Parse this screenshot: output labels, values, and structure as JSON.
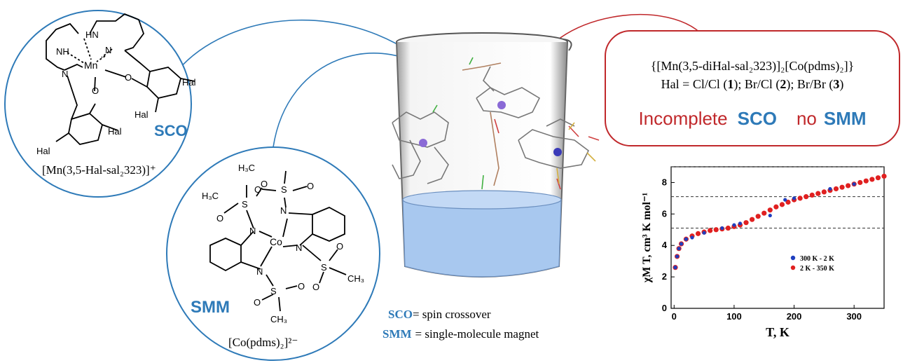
{
  "colors": {
    "accent_blue": "#2e7ab8",
    "accent_red": "#c0282b",
    "liquid": "#a8c8ef",
    "series1": "#1f3fbf",
    "series2": "#e02020"
  },
  "mn_panel": {
    "tag": "SCO",
    "formula": "[Mn(3,5-Hal-sal₂323)]⁺",
    "labels": {
      "hn": "HN",
      "nh": "NH",
      "mn": "Mn",
      "n": "N",
      "o": "O",
      "hal": "Hal"
    }
  },
  "co_panel": {
    "tag": "SMM",
    "formula": "[Co(pdms)₂]²⁻",
    "labels": {
      "co": "Co",
      "n": "N",
      "s": "S",
      "o": "O",
      "h3c": "H₃C",
      "ch3": "CH₃"
    }
  },
  "beaker": {
    "sco_abbr": "SCO",
    "sco_def": "= spin crossover",
    "smm_abbr": "SMM",
    "smm_def": "= single-molecule magnet"
  },
  "result_box": {
    "formula_line": "{[Mn(3,5-diHal-sal₂323)]₂[Co(pdms)₂]}",
    "hal_prefix": "Hal = Cl/Cl (",
    "c1": "1",
    "mid1": "); Br/Cl (",
    "c2": "2",
    "mid2": "); Br/Br (",
    "c3": "3",
    "suffix": ")",
    "incomplete": "Incomplete",
    "sco": "SCO",
    "no": "no",
    "smm": "SMM"
  },
  "chart_data": {
    "type": "scatter",
    "xlabel": "T, K",
    "ylabel": "χM T, cm³ K mol⁻¹",
    "xlim": [
      -5,
      350
    ],
    "ylim": [
      0,
      9
    ],
    "xticks": [
      0,
      100,
      200,
      300
    ],
    "yticks": [
      0,
      2,
      4,
      6,
      8
    ],
    "dashed_lines": [
      5.1,
      7.1,
      9.0
    ],
    "legend_position": "lower-right",
    "series": [
      {
        "name": "300 K - 2 K",
        "color": "#1f3fbf",
        "x": [
          2,
          5,
          8,
          12,
          20,
          30,
          50,
          80,
          100,
          110,
          160,
          185,
          200,
          260,
          300
        ],
        "y": [
          2.6,
          3.3,
          3.8,
          4.1,
          4.4,
          4.5,
          4.8,
          5.1,
          5.3,
          5.4,
          5.9,
          6.9,
          7.0,
          7.6,
          7.9
        ]
      },
      {
        "name": "2 K - 350 K",
        "color": "#e02020",
        "x": [
          2,
          5,
          8,
          12,
          20,
          30,
          40,
          50,
          60,
          70,
          80,
          90,
          100,
          110,
          120,
          130,
          140,
          150,
          160,
          170,
          180,
          190,
          200,
          210,
          220,
          230,
          240,
          250,
          260,
          270,
          280,
          290,
          300,
          310,
          320,
          330,
          340,
          350
        ],
        "y": [
          2.6,
          3.3,
          3.8,
          4.1,
          4.4,
          4.6,
          4.75,
          4.85,
          4.95,
          5.0,
          5.05,
          5.1,
          5.2,
          5.3,
          5.45,
          5.65,
          5.85,
          6.05,
          6.25,
          6.45,
          6.6,
          6.75,
          6.9,
          7.0,
          7.1,
          7.2,
          7.3,
          7.4,
          7.5,
          7.6,
          7.7,
          7.8,
          7.9,
          8.0,
          8.1,
          8.2,
          8.3,
          8.4
        ]
      }
    ]
  }
}
